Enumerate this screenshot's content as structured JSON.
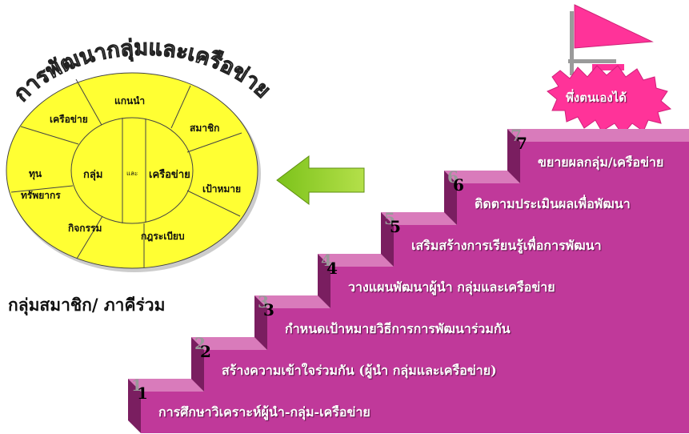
{
  "circle": {
    "arc_title": "การพัฒนากลุ่มและเครือข่าย",
    "center_left": "กลุ่ม",
    "center_mid": "และ",
    "center_right": "เครือข่าย",
    "segments": [
      "แกนนำ",
      "สมาชิก",
      "เป้าหมาย",
      "กฎระเบียบ",
      "กิจกรรม",
      "ทุน",
      "ทรัพยากร",
      "เครือข่าย"
    ],
    "caption": "กลุ่มสมาชิก/ ภาคีร่วม"
  },
  "flag": {
    "label": "พึ่งตนเองได้"
  },
  "steps": [
    {
      "num": "1",
      "text": "การศึกษาวิเคราะห์ผู้นำ-กลุ่ม-เครือข่าย"
    },
    {
      "num": "2",
      "text": "สร้างความเข้าใจร่วมกัน  (ผู้นำ กลุ่มและเครือข่าย)"
    },
    {
      "num": "3",
      "text": "กำหนดเป้าหมายวิธีการการพัฒนาร่วมกัน"
    },
    {
      "num": "4",
      "text": "วางแผนพัฒนาผู้นำ  กลุ่มและเครือข่าย"
    },
    {
      "num": "5",
      "text": "เสริมสร้างการเรียนรู้เพื่อการพัฒนา"
    },
    {
      "num": "6",
      "text": "ติดตามประเมินผลเพื่อพัฒนา"
    },
    {
      "num": "7",
      "text": "ขยายผลกลุ่ม/เครือข่าย"
    }
  ],
  "colors": {
    "step_face": "#c0399a",
    "step_top": "#d97bbb",
    "step_side": "#7a1e60",
    "circle_fill": "#ffff33",
    "arrow": "#88c820",
    "flag": "#ff3399"
  }
}
